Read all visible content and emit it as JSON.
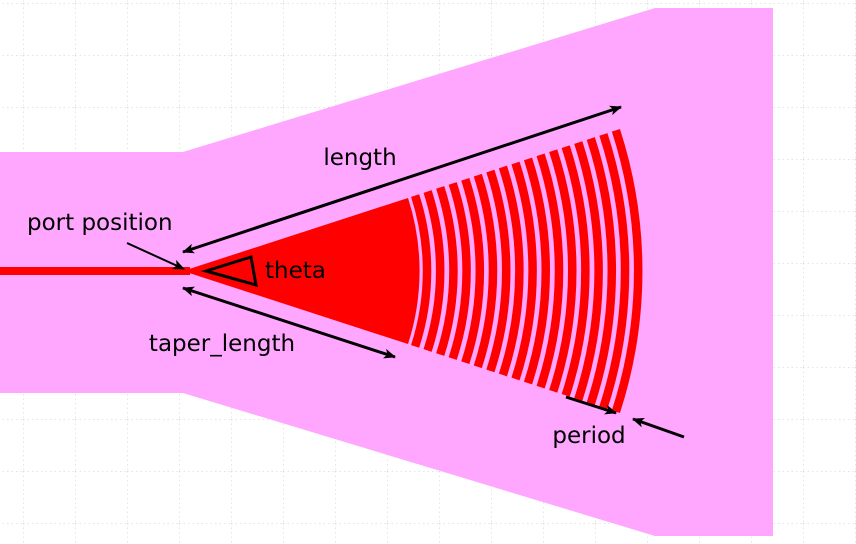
{
  "diagram": {
    "labels": {
      "length": "length",
      "port_position": "port position",
      "theta": "theta",
      "taper_length": "taper_length",
      "period": "period"
    },
    "grating": {
      "ring_count": 17
    },
    "colors": {
      "cladding": "#ffa6ff",
      "core": "#ff0000",
      "grid": "#c8c8c8",
      "annotation": "#000000",
      "background": "#ffffff"
    }
  }
}
